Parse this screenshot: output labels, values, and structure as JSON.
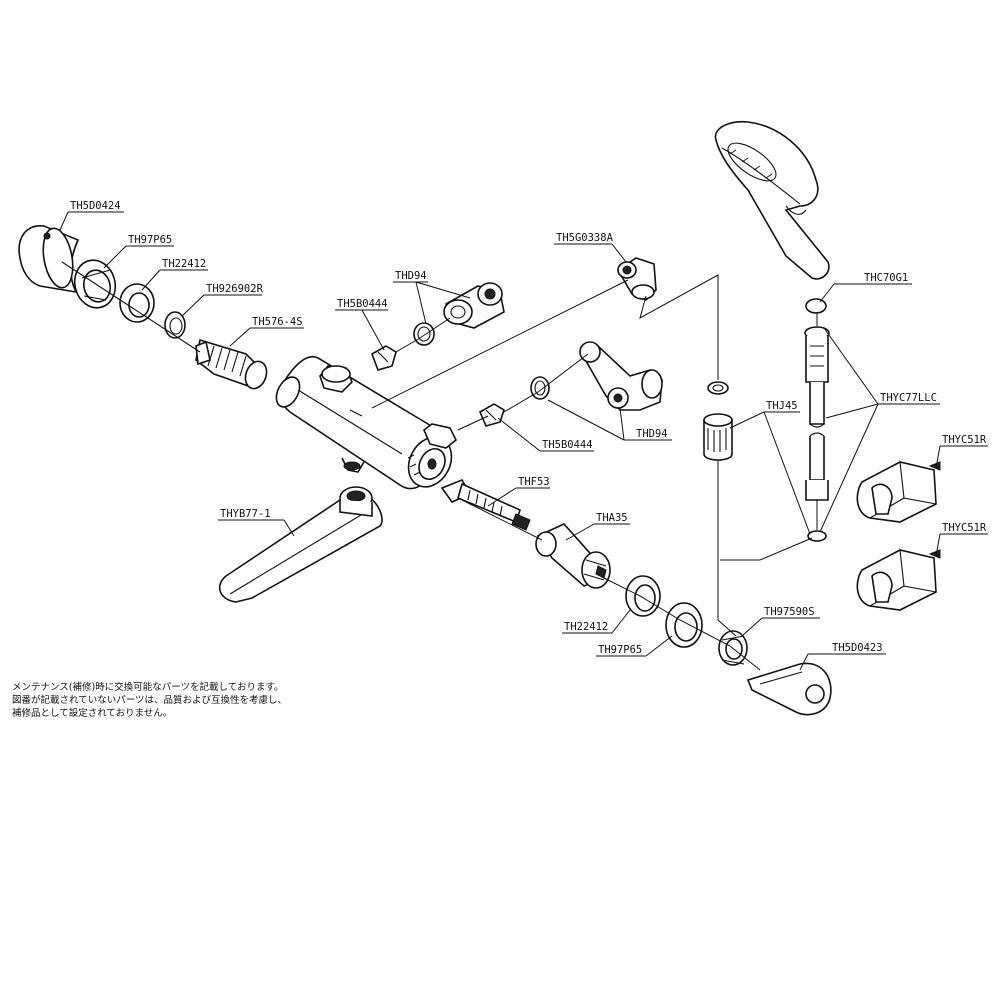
{
  "labels": {
    "TH5D0424": "TH5D0424",
    "TH97P65_top": "TH97P65",
    "TH22412_top": "TH22412",
    "TH926902R": "TH926902R",
    "TH576_4S": "TH576-4S",
    "THD94_top": "THD94",
    "TH5B0444_top": "TH5B0444",
    "TH5G0338A": "TH5G0338A",
    "THC70G1": "THC70G1",
    "THYC77LLC": "THYC77LLC",
    "THJ45": "THJ45",
    "THD94_mid": "THD94",
    "TH5B0444_mid": "TH5B0444",
    "THYC51R_1": "THYC51R",
    "THYC51R_2": "THYC51R",
    "THF53": "THF53",
    "THYB77_1": "THYB77-1",
    "THA35": "THA35",
    "TH22412_bot": "TH22412",
    "TH97P65_bot": "TH97P65",
    "TH97590S": "TH97590S",
    "TH5D0423": "TH5D0423"
  },
  "note": [
    "メンテナンス(補修)時に交換可能なパーツを記載しております。",
    "図番が記載されていないパーツは、品質および互換性を考慮し、",
    "補修品として設定されておりません。"
  ]
}
